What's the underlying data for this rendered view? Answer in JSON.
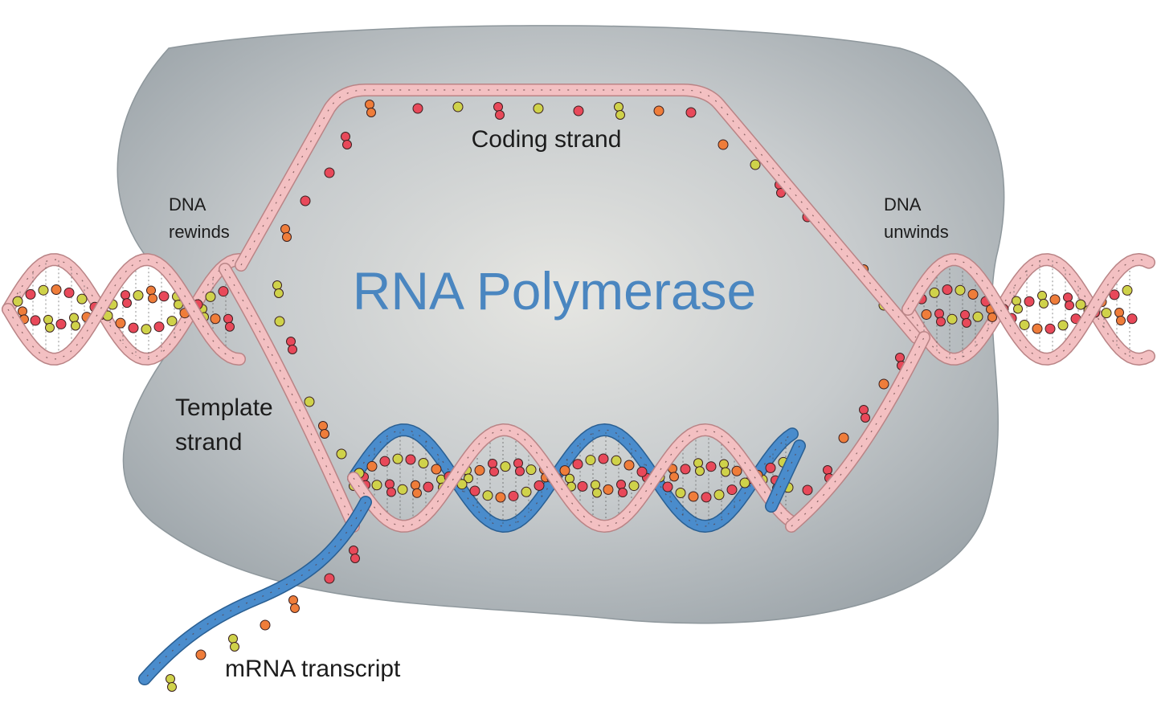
{
  "labels": {
    "enzyme": "RNA Polymerase",
    "coding_strand": "Coding strand",
    "template_strand_line1": "Template",
    "template_strand_line2": "strand",
    "dna_rewinds_line1": "DNA",
    "dna_rewinds_line2": "rewinds",
    "dna_unwinds_line1": "DNA",
    "dna_unwinds_line2": "unwinds",
    "mrna": "mRNA transcript"
  },
  "colors": {
    "enzyme_center": "#e4e4e0",
    "enzyme_edge": "#9ea6ab",
    "dna_strand": "#f3c0c2",
    "dna_strand_edge": "#b98486",
    "mrna_strand": "#4a8ccc",
    "mrna_strand_edge": "#2a5f92",
    "enzyme_label": "#4a86c0",
    "base_red": "#e8495a",
    "base_orange": "#ef7d3a",
    "base_yellow": "#cfd24a"
  }
}
